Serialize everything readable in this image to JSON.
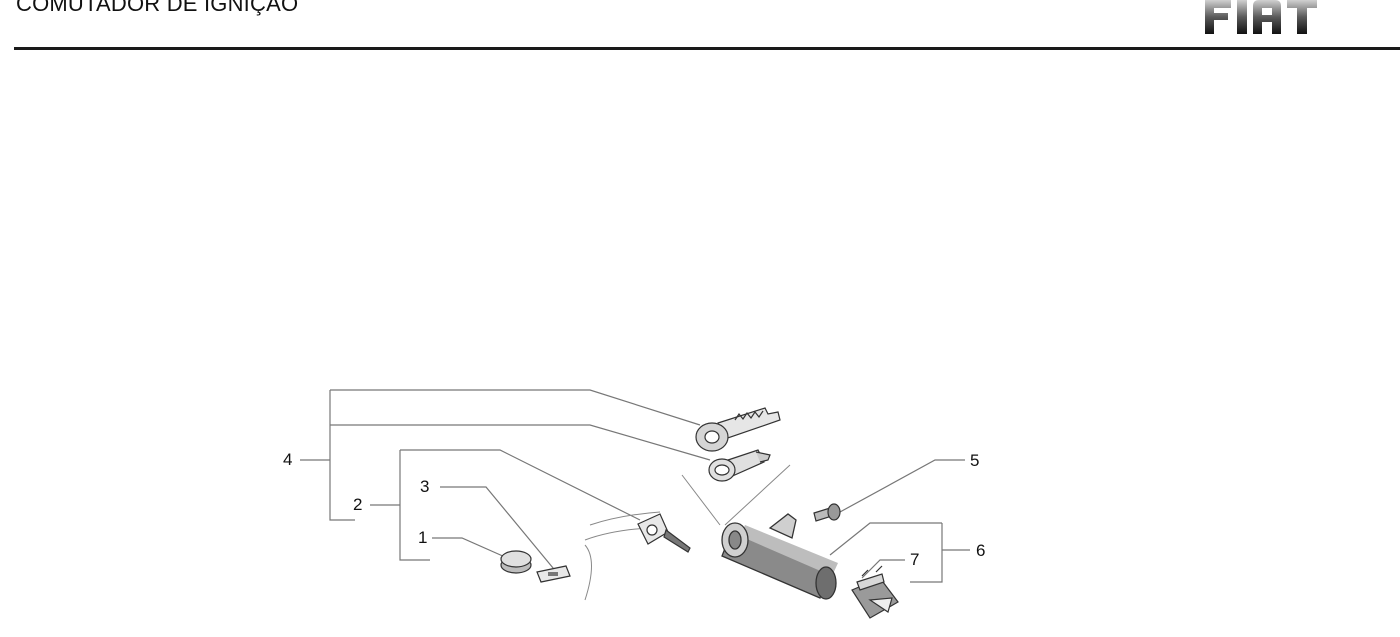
{
  "header": {
    "title": "COMUTADOR DE IGNIÇÃO",
    "logo_text": "FIAT"
  },
  "diagram": {
    "callouts": [
      "1",
      "2",
      "3",
      "4",
      "5",
      "6",
      "7"
    ]
  },
  "colors": {
    "ink": "#1a1a1a",
    "leader": "#777777",
    "part_fill": "#d9d9d9",
    "part_dark": "#555555"
  }
}
